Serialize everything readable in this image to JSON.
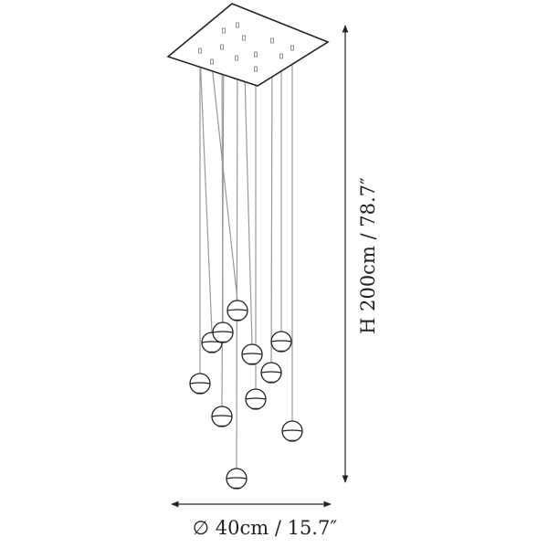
{
  "product": {
    "pendant_count": 11,
    "canopy_shape": "square"
  },
  "dimensions": {
    "height_label": "H 200cm / 78.7″",
    "diameter_label": "∅ 40cm / 15.7″"
  },
  "colors": {
    "line": "#222222",
    "cable": "#999999"
  }
}
